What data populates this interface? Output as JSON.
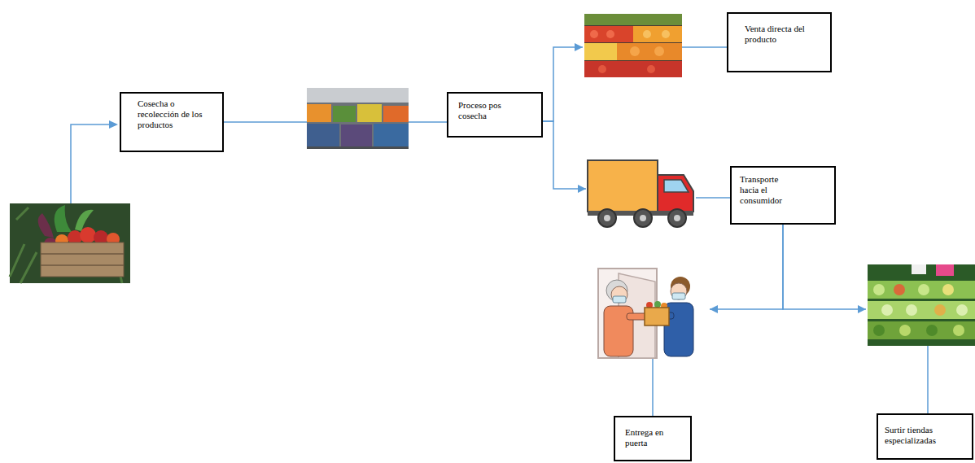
{
  "diagram": {
    "nodes": [
      {
        "text": [
          "Cosecha o recolección de los productos"
        ]
      },
      {
        "text": [
          "Proceso pos cosecha"
        ]
      },
      {
        "text": [
          "Venta directa del producto"
        ]
      },
      {
        "text": [
          "Transporte hacia el consumidor"
        ]
      },
      {
        "text": [
          "Entrega en puerta"
        ]
      },
      {
        "text": [
          "Surtir tiendas especializadas"
        ]
      }
    ],
    "edges": [
      {
        "from": 0,
        "to": 1,
        "arrow": "none"
      },
      {
        "from": 1,
        "to": 2,
        "arrow": "to"
      },
      {
        "from": 1,
        "to": 3,
        "arrow": "to"
      },
      {
        "from": 3,
        "to": 4,
        "arrow": "to"
      },
      {
        "from": 3,
        "to": 5,
        "arrow": "to"
      }
    ]
  }
}
